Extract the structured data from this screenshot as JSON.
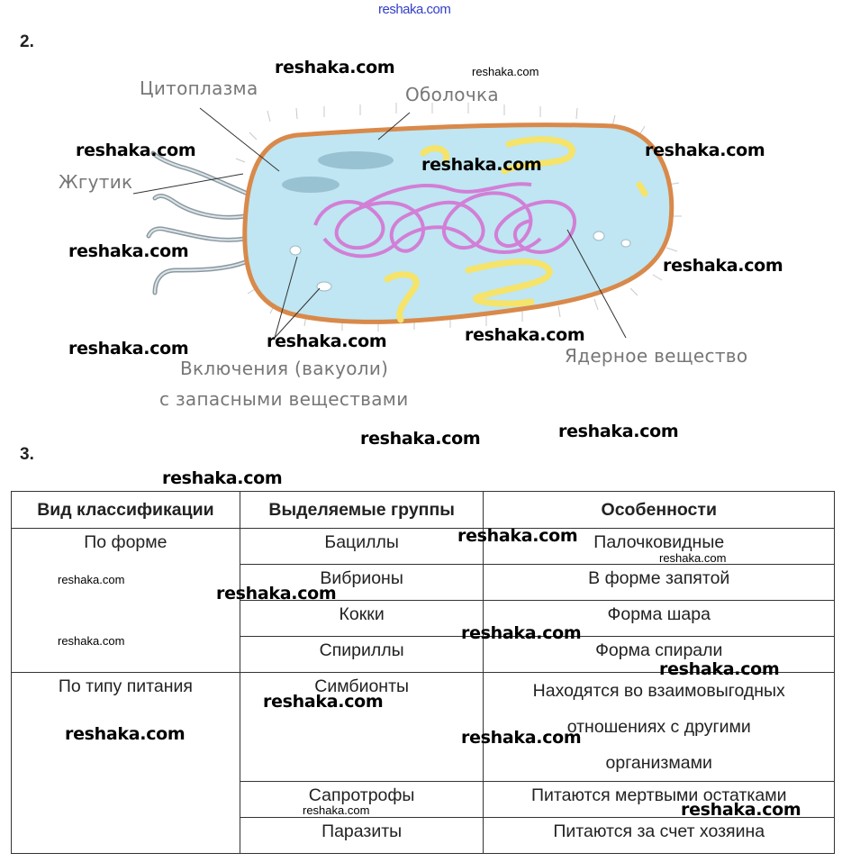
{
  "watermarks": {
    "top": "reshaka.com",
    "text": "reshaka.com"
  },
  "task2": {
    "number": "2.",
    "labels": {
      "cytoplasm": "Цитоплазма",
      "membrane": "Оболочка",
      "flagellum": "Жгутик",
      "inclusions_line1": "Включения (вакуоли)",
      "inclusions_line2": "с запасными веществами",
      "nuclear": "Ядерное вещество"
    },
    "colors": {
      "cytoplasm": "#bfe6f2",
      "membrane": "#d9894a",
      "nucleoid": "#d27fd6",
      "inclusions_yellow": "#f5e36a"
    }
  },
  "task3": {
    "number": "3.",
    "headers": [
      "Вид классификации",
      "Выделяемые группы",
      "Особенности"
    ],
    "groups": [
      {
        "type": "По форме",
        "rows": [
          {
            "group": "Бациллы",
            "feature": "Палочковидные"
          },
          {
            "group": "Вибрионы",
            "feature": "В форме запятой"
          },
          {
            "group": "Кокки",
            "feature": "Форма шара"
          },
          {
            "group": "Спириллы",
            "feature": "Форма спирали"
          }
        ]
      },
      {
        "type": "По типу питания",
        "rows": [
          {
            "group": "Симбионты",
            "feature_lines": [
              "Находятся во взаимовыгодных",
              "отношениях с другими",
              "организмами"
            ]
          },
          {
            "group": "Сапротрофы",
            "feature": "Питаются мертвыми остатками"
          },
          {
            "group": "Паразиты",
            "feature": "Питаются за счет хозяина"
          }
        ]
      }
    ]
  }
}
